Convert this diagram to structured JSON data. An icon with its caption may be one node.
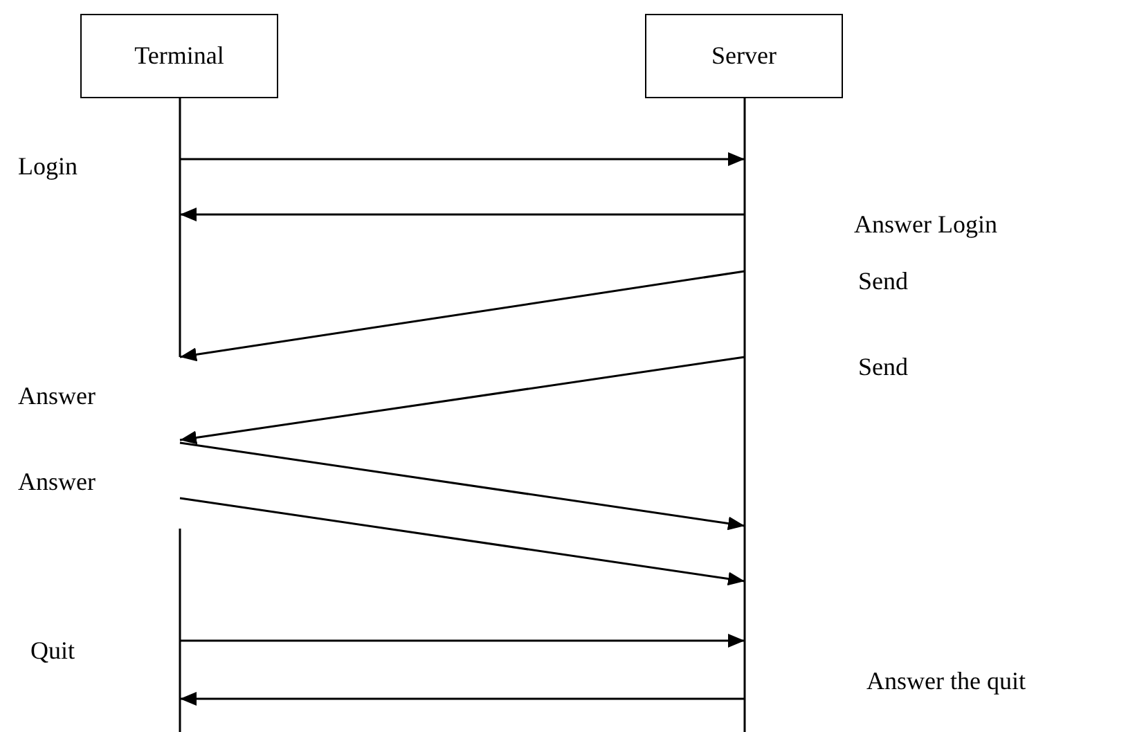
{
  "diagram": {
    "nodes": [
      {
        "text": [
          "Terminal"
        ]
      },
      {
        "text": [
          "Server"
        ]
      }
    ],
    "edges": [
      {
        "from": 0,
        "to": 1,
        "arrow": "to",
        "label": "Login"
      },
      {
        "from": 1,
        "to": 0,
        "arrow": "to",
        "label": "Answer Login"
      },
      {
        "from": 1,
        "to": 0,
        "arrow": "to",
        "label": "Send"
      },
      {
        "from": 1,
        "to": 0,
        "arrow": "to",
        "label": "Send"
      },
      {
        "from": 0,
        "to": 1,
        "arrow": "to",
        "label": "Answer"
      },
      {
        "from": 0,
        "to": 1,
        "arrow": "to",
        "label": "Answer"
      },
      {
        "from": 0,
        "to": 1,
        "arrow": "to",
        "label": "Quit"
      },
      {
        "from": 1,
        "to": 0,
        "arrow": "to",
        "label": "Answer the quit"
      }
    ]
  }
}
